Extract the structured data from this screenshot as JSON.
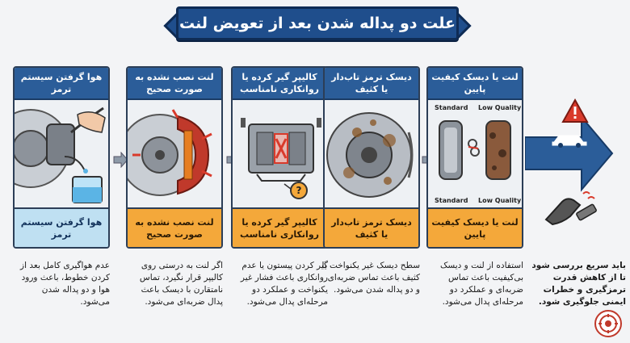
{
  "title": "علت دو پداله شدن بعد از تعویض لنت",
  "cards": [
    {
      "header": "هوا گرفتن سیستم ترمز",
      "footer": "هوا گرفتن سیستم ترمز",
      "description": "عدم هواگیری کامل بعد از کردن خطوط، باعث ورود هوا و دو پداله شدن می‌شود."
    },
    {
      "header": "لنت نصب نشده به صورت صحیح",
      "footer": "لنت نصب نشده به صورت صحیح",
      "description": "اگر لنت به درستی روی کالیپر قرار نگیرد، تماس نامتقارن با دیسک باعث پدال ضربه‌ای می‌شود."
    },
    {
      "header": "کالیپر گیر کرده یا روانکاری نامناسب",
      "footer": "کالیپر گیر کرده یا روانکاری نامناسب",
      "description": "گیر کردن پیستون یا عدم روانکاری باعث فشار غیر یکنواخت و عملکرد دو مرحله‌ای پدال می‌شود."
    },
    {
      "header": "دیسک ترمز تاب‌دار یا کثیف",
      "footer": "دیسک ترمز تاب‌دار یا کثیف",
      "description": "سطح دیسک غیر یکنواخت یا کثیف باعث تماس ضربه‌ای و دو پداله شدن می‌شود."
    },
    {
      "header": "لنت یا دیسک کیفیت پایین",
      "footer": "لنت یا دیسک کیفیت پایین",
      "description": "استفاده از لنت و دیسک بی‌کیفیت باعث تماس ضربه‌ای و عملکرد دو مرحله‌ای پدال می‌شود.",
      "labels": {
        "standard_top": "Standard",
        "low_top": "Low Quality",
        "standard_bottom": "Standard",
        "low_bottom": "Low Quality"
      }
    }
  ],
  "final_note": "باید سریع بررسی شود تا از کاهش قدرت ترمزگیری و خطرات ایمنی جلوگیری شود.",
  "colors": {
    "header_blue": "#2b5d99",
    "footer_blue": "#bfe0f2",
    "footer_orange": "#f4a83a",
    "arrow_blue": "#2b5d99",
    "warning_red": "#d93a2b"
  }
}
